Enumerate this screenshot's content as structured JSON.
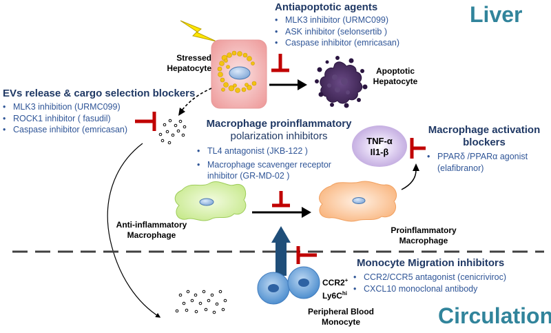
{
  "regions": {
    "liver": "Liver",
    "circulation": "Circulation"
  },
  "antiapoptotic": {
    "title": "Antiapoptotic agents",
    "items": [
      "MLK3 inhibitor (URMC099)",
      "ASK inhibitor (selonsertib )",
      "Caspase inhibitor (emricasan)"
    ]
  },
  "ev_blockers": {
    "title": "EVs release & cargo selection blockers",
    "items": [
      "MLK3 inhibition (URMC099)",
      "ROCK1 inhibitor ( fasudil)",
      "Caspase inhibitor (emricasan)"
    ]
  },
  "polarization": {
    "title_line1": "Macrophage proinflammatory",
    "title_line2": "polarization inhibitors",
    "items": [
      "TL4 antagonist (JKB-122 )",
      "Macrophage scavenger receptor inhibitor (GR-MD-02 )"
    ]
  },
  "activation_blockers": {
    "title_line1": "Macrophage activation",
    "title_line2": "blockers",
    "items": [
      "PPARδ /PPARα agonist (elafibranor)"
    ]
  },
  "cytokines": {
    "line1": "TNF-α",
    "line2": "Il1-β"
  },
  "migration": {
    "title": "Monocyte Migration inhibitors",
    "items": [
      "CCR2/CCR5 antagonist (cenicriviroc)",
      "CXCL10 monoclonal antibody"
    ]
  },
  "labels": {
    "stressed_line1": "Stressed",
    "stressed_line2": "Hepatocyte",
    "apoptotic_line1": "Apoptotic",
    "apoptotic_line2": "Hepatocyte",
    "anti_line1": "Anti-inflammatory",
    "anti_line2": "Macrophage",
    "pro_line1": "Proinflammatory",
    "pro_line2": "Macrophage",
    "monocyte_line1": "Peripheral Blood",
    "monocyte_line2": "Monocyte",
    "ccr2": "CCR2",
    "ccr2_sup": "+",
    "ly6c": "Ly6C",
    "ly6c_sup": "hi"
  },
  "colors": {
    "region": "#31849b",
    "heading": "#1f3864",
    "bullet_text": "#2f5597",
    "inhibitor_red": "#c00000",
    "arrow_blue": "#1f4e79",
    "hepatocyte_pink": "#f4b6b6",
    "lipid_yellow": "#f3c313",
    "apoptotic_purple": "#4b2f63",
    "anti_macrophage_green": "#d9f2a6",
    "pro_macrophage_orange": "#fcc79c",
    "cytokine_purple": "#c9b6e4",
    "monocyte_blue": "#5b9bd5"
  }
}
